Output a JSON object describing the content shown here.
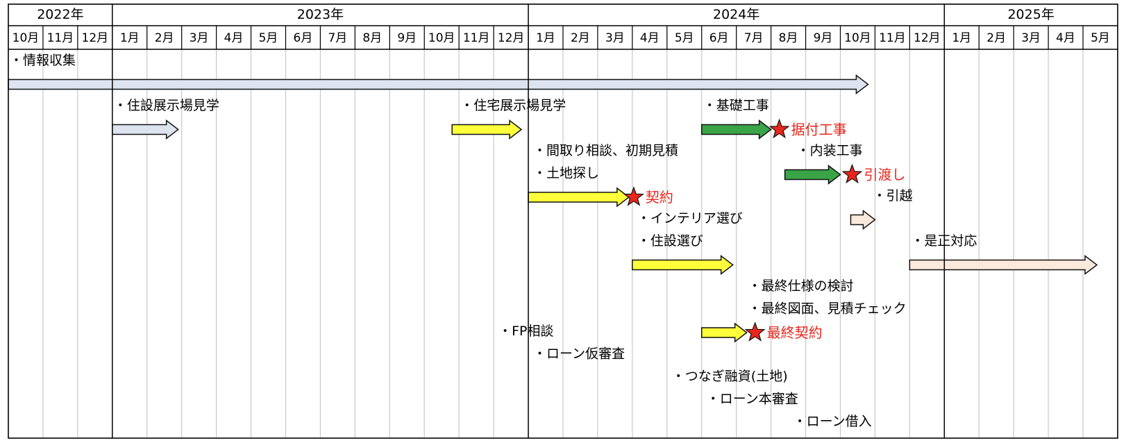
{
  "years": [
    {
      "label": "2022年",
      "start": 0,
      "span": 3
    },
    {
      "label": "2023年",
      "start": 3,
      "span": 12
    },
    {
      "label": "2024年",
      "start": 15,
      "span": 12
    },
    {
      "label": "2025年",
      "start": 27,
      "span": 5
    }
  ],
  "months": [
    "10月",
    "11月",
    "12月",
    "1月",
    "2月",
    "3月",
    "4月",
    "5月",
    "6月",
    "7月",
    "8月",
    "9月",
    "10月",
    "11月",
    "12月",
    "1月",
    "2月",
    "3月",
    "4月",
    "5月",
    "6月",
    "7月",
    "8月",
    "9月",
    "10月",
    "11月",
    "12月",
    "1月",
    "2月",
    "3月",
    "4月",
    "5月"
  ],
  "colors": {
    "grid": "#c8c8c8",
    "border": "#000000",
    "milestone": "#e8261c",
    "milestone_text": "#e8261c",
    "gray_blue": "#dde4f0",
    "yellow": "#ffff3b",
    "green": "#3aa547",
    "peach": "#fbe9dc"
  },
  "labels": [
    {
      "text": "・情報収集",
      "month": 0.0,
      "row": 0
    },
    {
      "text": "・住設展示場見学",
      "month": 3.0,
      "row": 2
    },
    {
      "text": "・住宅展示場見学",
      "month": 13.0,
      "row": 2
    },
    {
      "text": "・基礎工事",
      "month": 20.0,
      "row": 2
    },
    {
      "text": "・間取り相談、初期見積",
      "month": 15.1,
      "row": 4
    },
    {
      "text": "・内装工事",
      "month": 22.7,
      "row": 4
    },
    {
      "text": "・土地探し",
      "month": 15.1,
      "row": 5
    },
    {
      "text": "・引越",
      "month": 24.9,
      "row": 6
    },
    {
      "text": "・インテリア選び",
      "month": 18.1,
      "row": 7
    },
    {
      "text": "・住設選び",
      "month": 18.1,
      "row": 8
    },
    {
      "text": "・是正対応",
      "month": 26.0,
      "row": 8
    },
    {
      "text": "・最終仕様の検討",
      "month": 21.3,
      "row": 10
    },
    {
      "text": "・最終図面、見積チェック",
      "month": 21.3,
      "row": 11
    },
    {
      "text": "・FP相談",
      "month": 14.1,
      "row": 12
    },
    {
      "text": "・ローン仮審査",
      "month": 15.1,
      "row": 13
    },
    {
      "text": "・つなぎ融資(土地)",
      "month": 19.1,
      "row": 14
    },
    {
      "text": "・ローン本審査",
      "month": 20.1,
      "row": 15
    },
    {
      "text": "・ローン借入",
      "month": 22.6,
      "row": 16
    }
  ],
  "arrows": [
    {
      "start": 0.0,
      "end": 24.8,
      "row": 1,
      "color": "gray_blue"
    },
    {
      "start": 3.0,
      "end": 4.9,
      "row": 3,
      "color": "gray_blue"
    },
    {
      "start": 12.8,
      "end": 14.8,
      "row": 3,
      "color": "yellow"
    },
    {
      "start": 20.0,
      "end": 22.0,
      "row": 3,
      "color": "green"
    },
    {
      "start": 22.4,
      "end": 24.0,
      "row": 5,
      "color": "green"
    },
    {
      "start": 15.0,
      "end": 17.9,
      "row": 6,
      "color": "yellow"
    },
    {
      "start": 24.3,
      "end": 25.0,
      "row": 7,
      "color": "peach"
    },
    {
      "start": 18.0,
      "end": 20.9,
      "row": 9,
      "color": "yellow"
    },
    {
      "start": 26.0,
      "end": 31.4,
      "row": 9,
      "color": "peach"
    },
    {
      "start": 20.0,
      "end": 21.3,
      "row": 12,
      "color": "yellow"
    }
  ],
  "milestones": [
    {
      "text": "据付工事",
      "month": 22.2,
      "row": 3
    },
    {
      "text": "引渡し",
      "month": 24.3,
      "row": 5
    },
    {
      "text": "契約",
      "month": 18.0,
      "row": 6
    },
    {
      "text": "最終契約",
      "month": 21.5,
      "row": 12
    }
  ]
}
